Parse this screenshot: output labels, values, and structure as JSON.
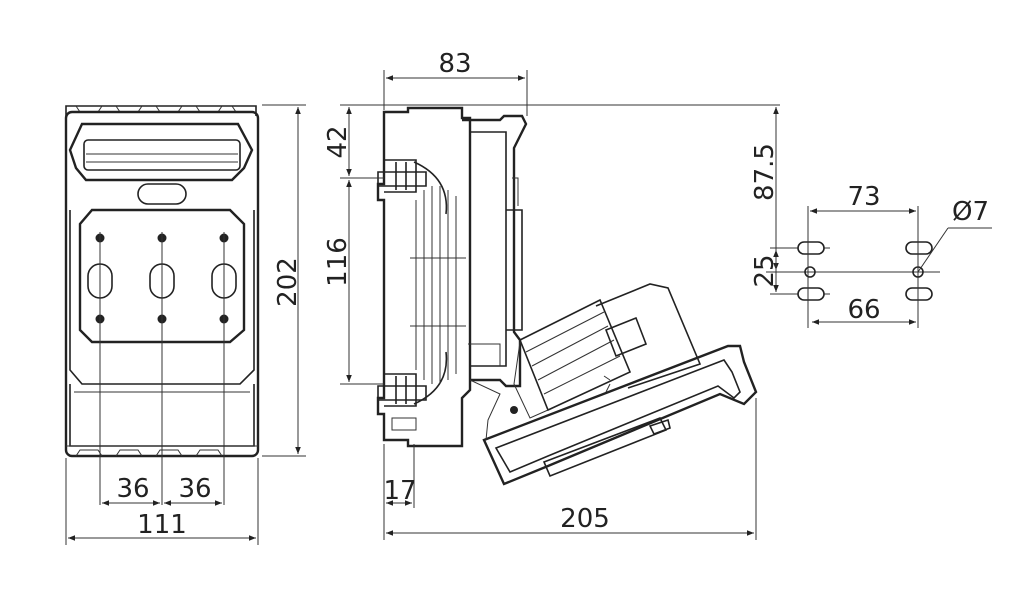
{
  "dimensions": {
    "front_width": "111",
    "front_height": "202",
    "front_hole_spacing_left": "36",
    "front_hole_spacing_right": "36",
    "side_depth": "83",
    "side_top_offset": "42",
    "side_mount_height": "116",
    "side_base_offset": "17",
    "side_open_depth": "205",
    "pattern_top_offset": "87.5",
    "pattern_width_outer": "73",
    "pattern_width_inner": "66",
    "pattern_height": "25",
    "pattern_hole_diameter": "Ø7"
  }
}
